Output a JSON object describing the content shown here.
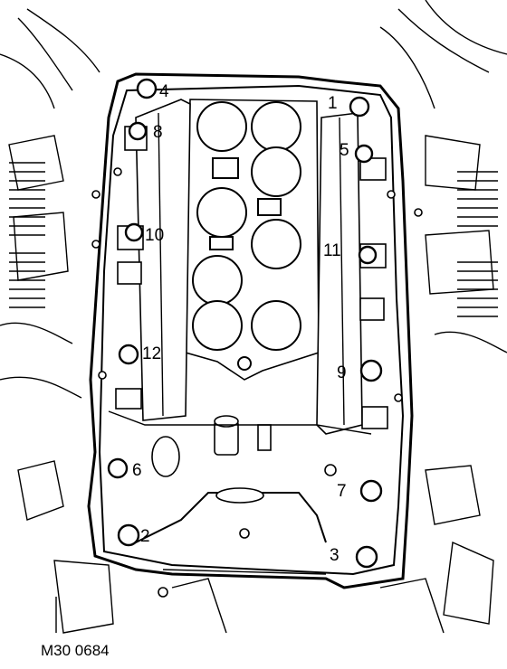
{
  "figure": {
    "caption": "M30 0684",
    "bolt_labels": [
      "1",
      "2",
      "3",
      "4",
      "5",
      "6",
      "7",
      "8",
      "9",
      "10",
      "11",
      "12"
    ]
  }
}
